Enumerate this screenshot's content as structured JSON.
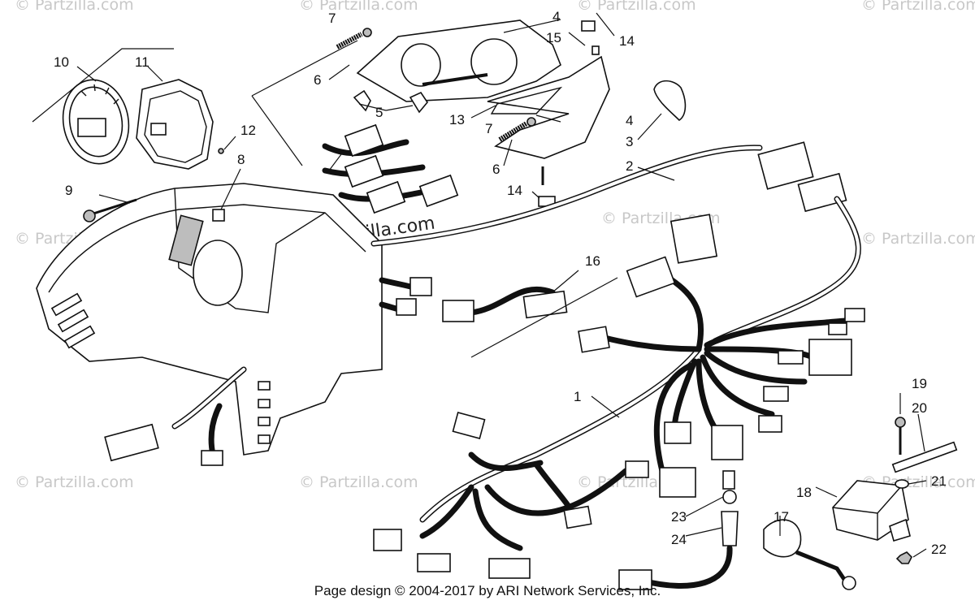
{
  "watermark": "© Partzilla.com",
  "watermark_center": "© Partzilla.com",
  "footer": "Page design © 2004-2017 by ARI Network Services, Inc.",
  "callouts": {
    "c1": "1",
    "c2": "2",
    "c3": "3",
    "c4a": "4",
    "c4b": "4",
    "c5": "5",
    "c6a": "6",
    "c6b": "6",
    "c7a": "7",
    "c7b": "7",
    "c8": "8",
    "c9": "9",
    "c10": "10",
    "c11": "11",
    "c12": "12",
    "c13": "13",
    "c14a": "14",
    "c14b": "14",
    "c15": "15",
    "c16": "16",
    "c17": "17",
    "c18": "18",
    "c19": "19",
    "c20": "20",
    "c21": "21",
    "c22": "22",
    "c23": "23",
    "c24": "24"
  }
}
